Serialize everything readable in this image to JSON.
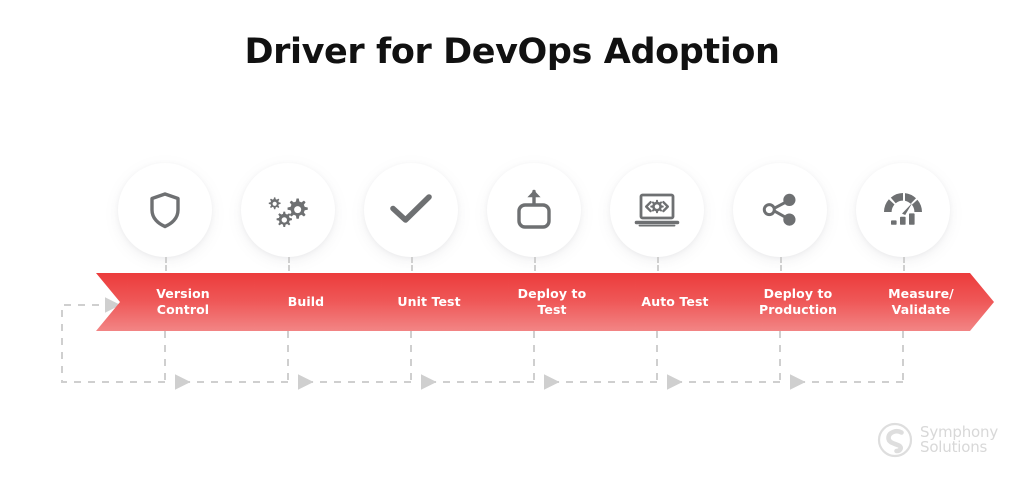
{
  "title": "Driver for DevOps Adoption",
  "colors": {
    "chevron_top": "#ec3c3c",
    "chevron_bottom": "#f28585",
    "icon_gray": "#6e7072",
    "dashed_gray": "#cfcfcf",
    "title_black": "#111111",
    "logo_gray": "#d8d8d8",
    "background": "#ffffff"
  },
  "stages": [
    {
      "label": "Version\nControl",
      "icon": "shield-icon"
    },
    {
      "label": "Build",
      "icon": "gears-icon"
    },
    {
      "label": "Unit Test",
      "icon": "checkmark-icon"
    },
    {
      "label": "Deploy to\nTest",
      "icon": "upload-icon"
    },
    {
      "label": "Auto Test",
      "icon": "laptop-code-icon"
    },
    {
      "label": "Deploy to\nProduction",
      "icon": "share-nodes-icon"
    },
    {
      "label": "Measure/\nValidate",
      "icon": "gauge-icon"
    }
  ],
  "feedback_loop": {
    "style": "dashed",
    "direction": "right-to-left",
    "description": "Dashed feedback arrows returning from each stage back to Version Control"
  },
  "logo": {
    "name": "Symphony\nSolutions",
    "mark": "symphony-circle-mark"
  }
}
